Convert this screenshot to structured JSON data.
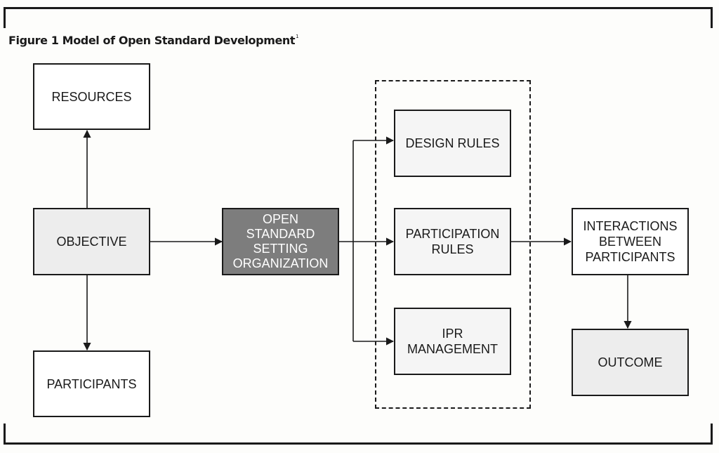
{
  "figure": {
    "caption": "Figure 1 Model of Open Standard Development",
    "caption_footnote": "1"
  },
  "nodes": {
    "resources": "RESOURCES",
    "objective": "OBJECTIVE",
    "participants": "PARTICIPANTS",
    "osso": [
      "OPEN",
      "STANDARD",
      "SETTING",
      "ORGANIZATION"
    ],
    "design_rules": "DESIGN RULES",
    "participation_rules": [
      "PARTICIPATION",
      "RULES"
    ],
    "ipr_management": [
      "IPR",
      "MANAGEMENT"
    ],
    "interactions": [
      "INTERACTIONS",
      "BETWEEN",
      "PARTICIPANTS"
    ],
    "outcome": "OUTCOME"
  },
  "colors": {
    "line": "#1a1a1a",
    "box_white": "#ffffff",
    "box_light_gray": "#ededed",
    "box_dark_gray": "#7d7d7d"
  }
}
